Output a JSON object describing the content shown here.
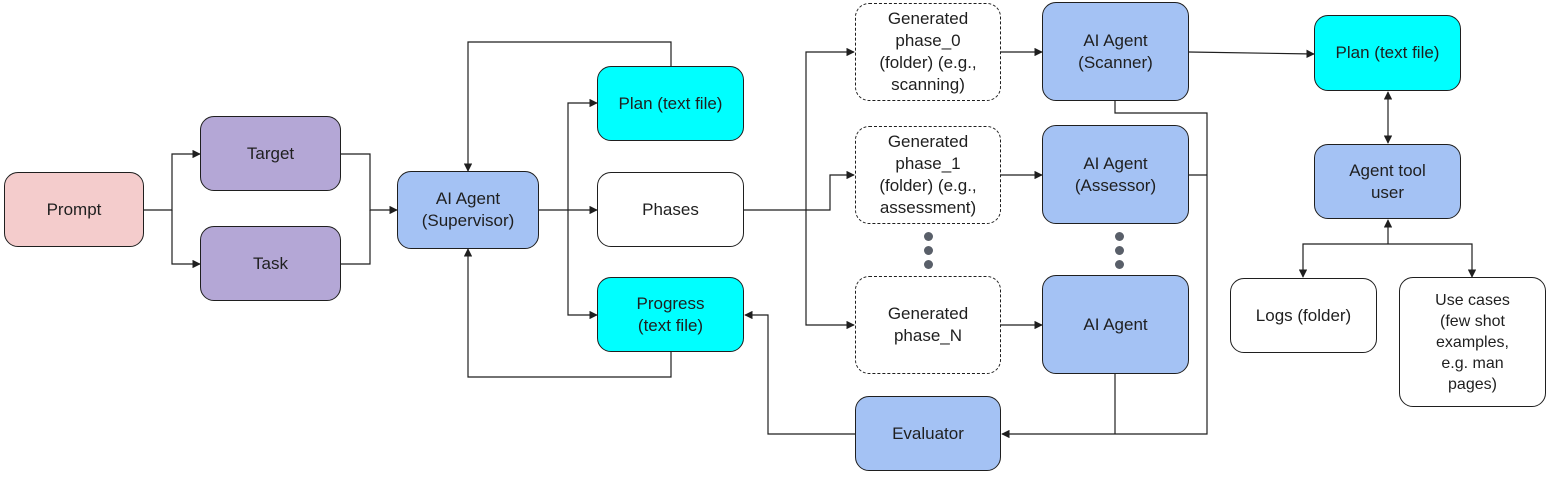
{
  "colors": {
    "prompt_fill": "#f4cccc",
    "input_fill": "#b4a7d6",
    "agent_fill": "#a4c2f4",
    "file_fill": "#00ffff",
    "neutral_fill": "#ffffff",
    "line": "#1f1f1f"
  },
  "nodes": {
    "prompt": "Prompt",
    "target": "Target",
    "task": "Task",
    "supervisor": "AI Agent\n(Supervisor)",
    "plan": "Plan (text file)",
    "phases": "Phases",
    "progress": "Progress\n(text file)",
    "phase0": "Generated\nphase_0\n(folder) (e.g.,\nscanning)",
    "phase1": "Generated\nphase_1\n(folder) (e.g.,\nassessment)",
    "phaseN": "Generated\nphase_N",
    "scanner": "AI Agent\n(Scanner)",
    "assessor": "AI Agent\n(Assessor)",
    "agentN": "AI Agent",
    "evaluator": "Evaluator",
    "plan2": "Plan (text file)",
    "tool_user": "Agent tool\nuser",
    "logs": "Logs (folder)",
    "use_cases": "Use cases\n(few shot\nexamples,\ne.g. man\npages)"
  }
}
